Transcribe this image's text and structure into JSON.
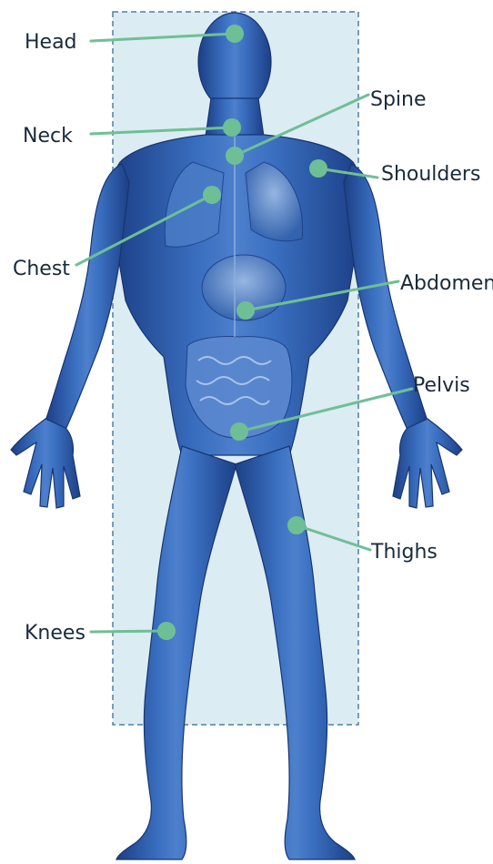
{
  "diagram": {
    "labels": {
      "head": "Head",
      "neck": "Neck",
      "spine": "Spine",
      "shoulders": "Shoulders",
      "chest": "Chest",
      "abdomen": "Abdomen",
      "pelvis": "Pelvis",
      "thighs": "Thighs",
      "knees": "Knees"
    },
    "colors": {
      "marker": "#6fbf96",
      "leader_line": "#6fbf96",
      "scan_area_fill": "#dcecf3",
      "scan_area_border": "#4f7fa3",
      "body_fill": "#2f62b4",
      "body_dark": "#1c3f86",
      "body_highlight": "#7fa3dc"
    },
    "figure": "human-body-anatomy-front-view"
  }
}
